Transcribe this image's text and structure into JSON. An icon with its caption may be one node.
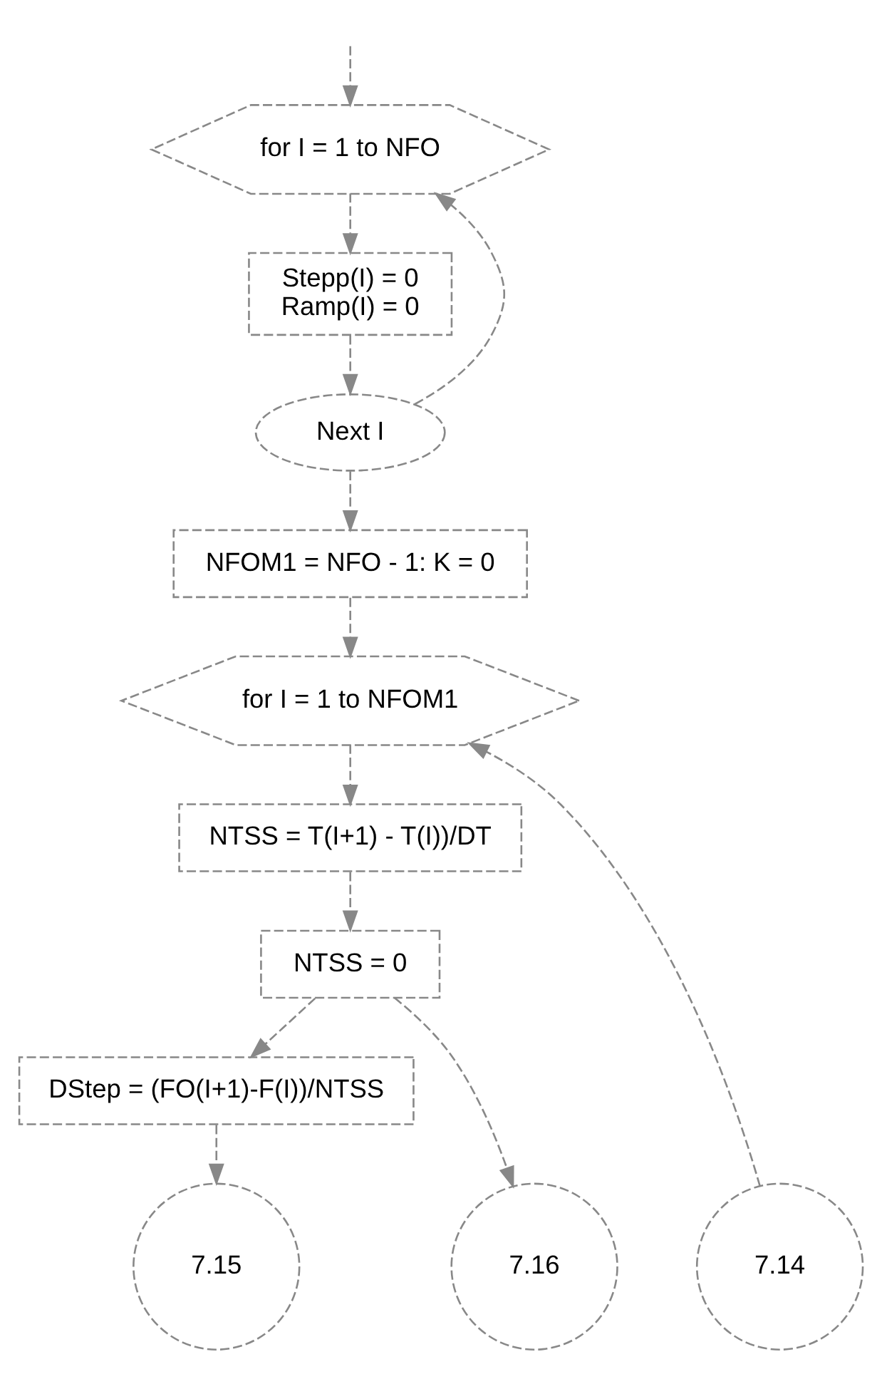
{
  "diagram": {
    "nodes": [
      {
        "text": [
          "for I = 1 to NFO"
        ]
      },
      {
        "text": [
          "Stepp(I) = 0",
          "Ramp(I) = 0"
        ]
      },
      {
        "text": [
          "Next I"
        ]
      },
      {
        "text": [
          "NFOM1 = NFO - 1: K = 0"
        ]
      },
      {
        "text": [
          "for I = 1 to NFOM1"
        ]
      },
      {
        "text": [
          "NTSS = T(I+1) - T(I))/DT"
        ]
      },
      {
        "text": [
          "NTSS = 0"
        ]
      },
      {
        "text": [
          "DStep = (FO(I+1)-F(I))/NTSS"
        ]
      },
      {
        "text": [
          "7.14"
        ]
      },
      {
        "text": [
          "7.15"
        ]
      },
      {
        "text": [
          "7.16"
        ]
      }
    ],
    "edges": [
      {
        "from": null,
        "to": 0,
        "arrow": "to"
      },
      {
        "from": 0,
        "to": 1,
        "arrow": "to"
      },
      {
        "from": 1,
        "to": 2,
        "arrow": "to"
      },
      {
        "from": 2,
        "to": 0,
        "arrow": "to"
      },
      {
        "from": 2,
        "to": 3,
        "arrow": "to"
      },
      {
        "from": 3,
        "to": 4,
        "arrow": "to"
      },
      {
        "from": 4,
        "to": 5,
        "arrow": "to"
      },
      {
        "from": 5,
        "to": 6,
        "arrow": "to"
      },
      {
        "from": 6,
        "to": 7,
        "arrow": "to"
      },
      {
        "from": 7,
        "to": 9,
        "arrow": "to"
      },
      {
        "from": 6,
        "to": 10,
        "arrow": "to"
      },
      {
        "from": 8,
        "to": 4,
        "arrow": "to"
      }
    ]
  }
}
